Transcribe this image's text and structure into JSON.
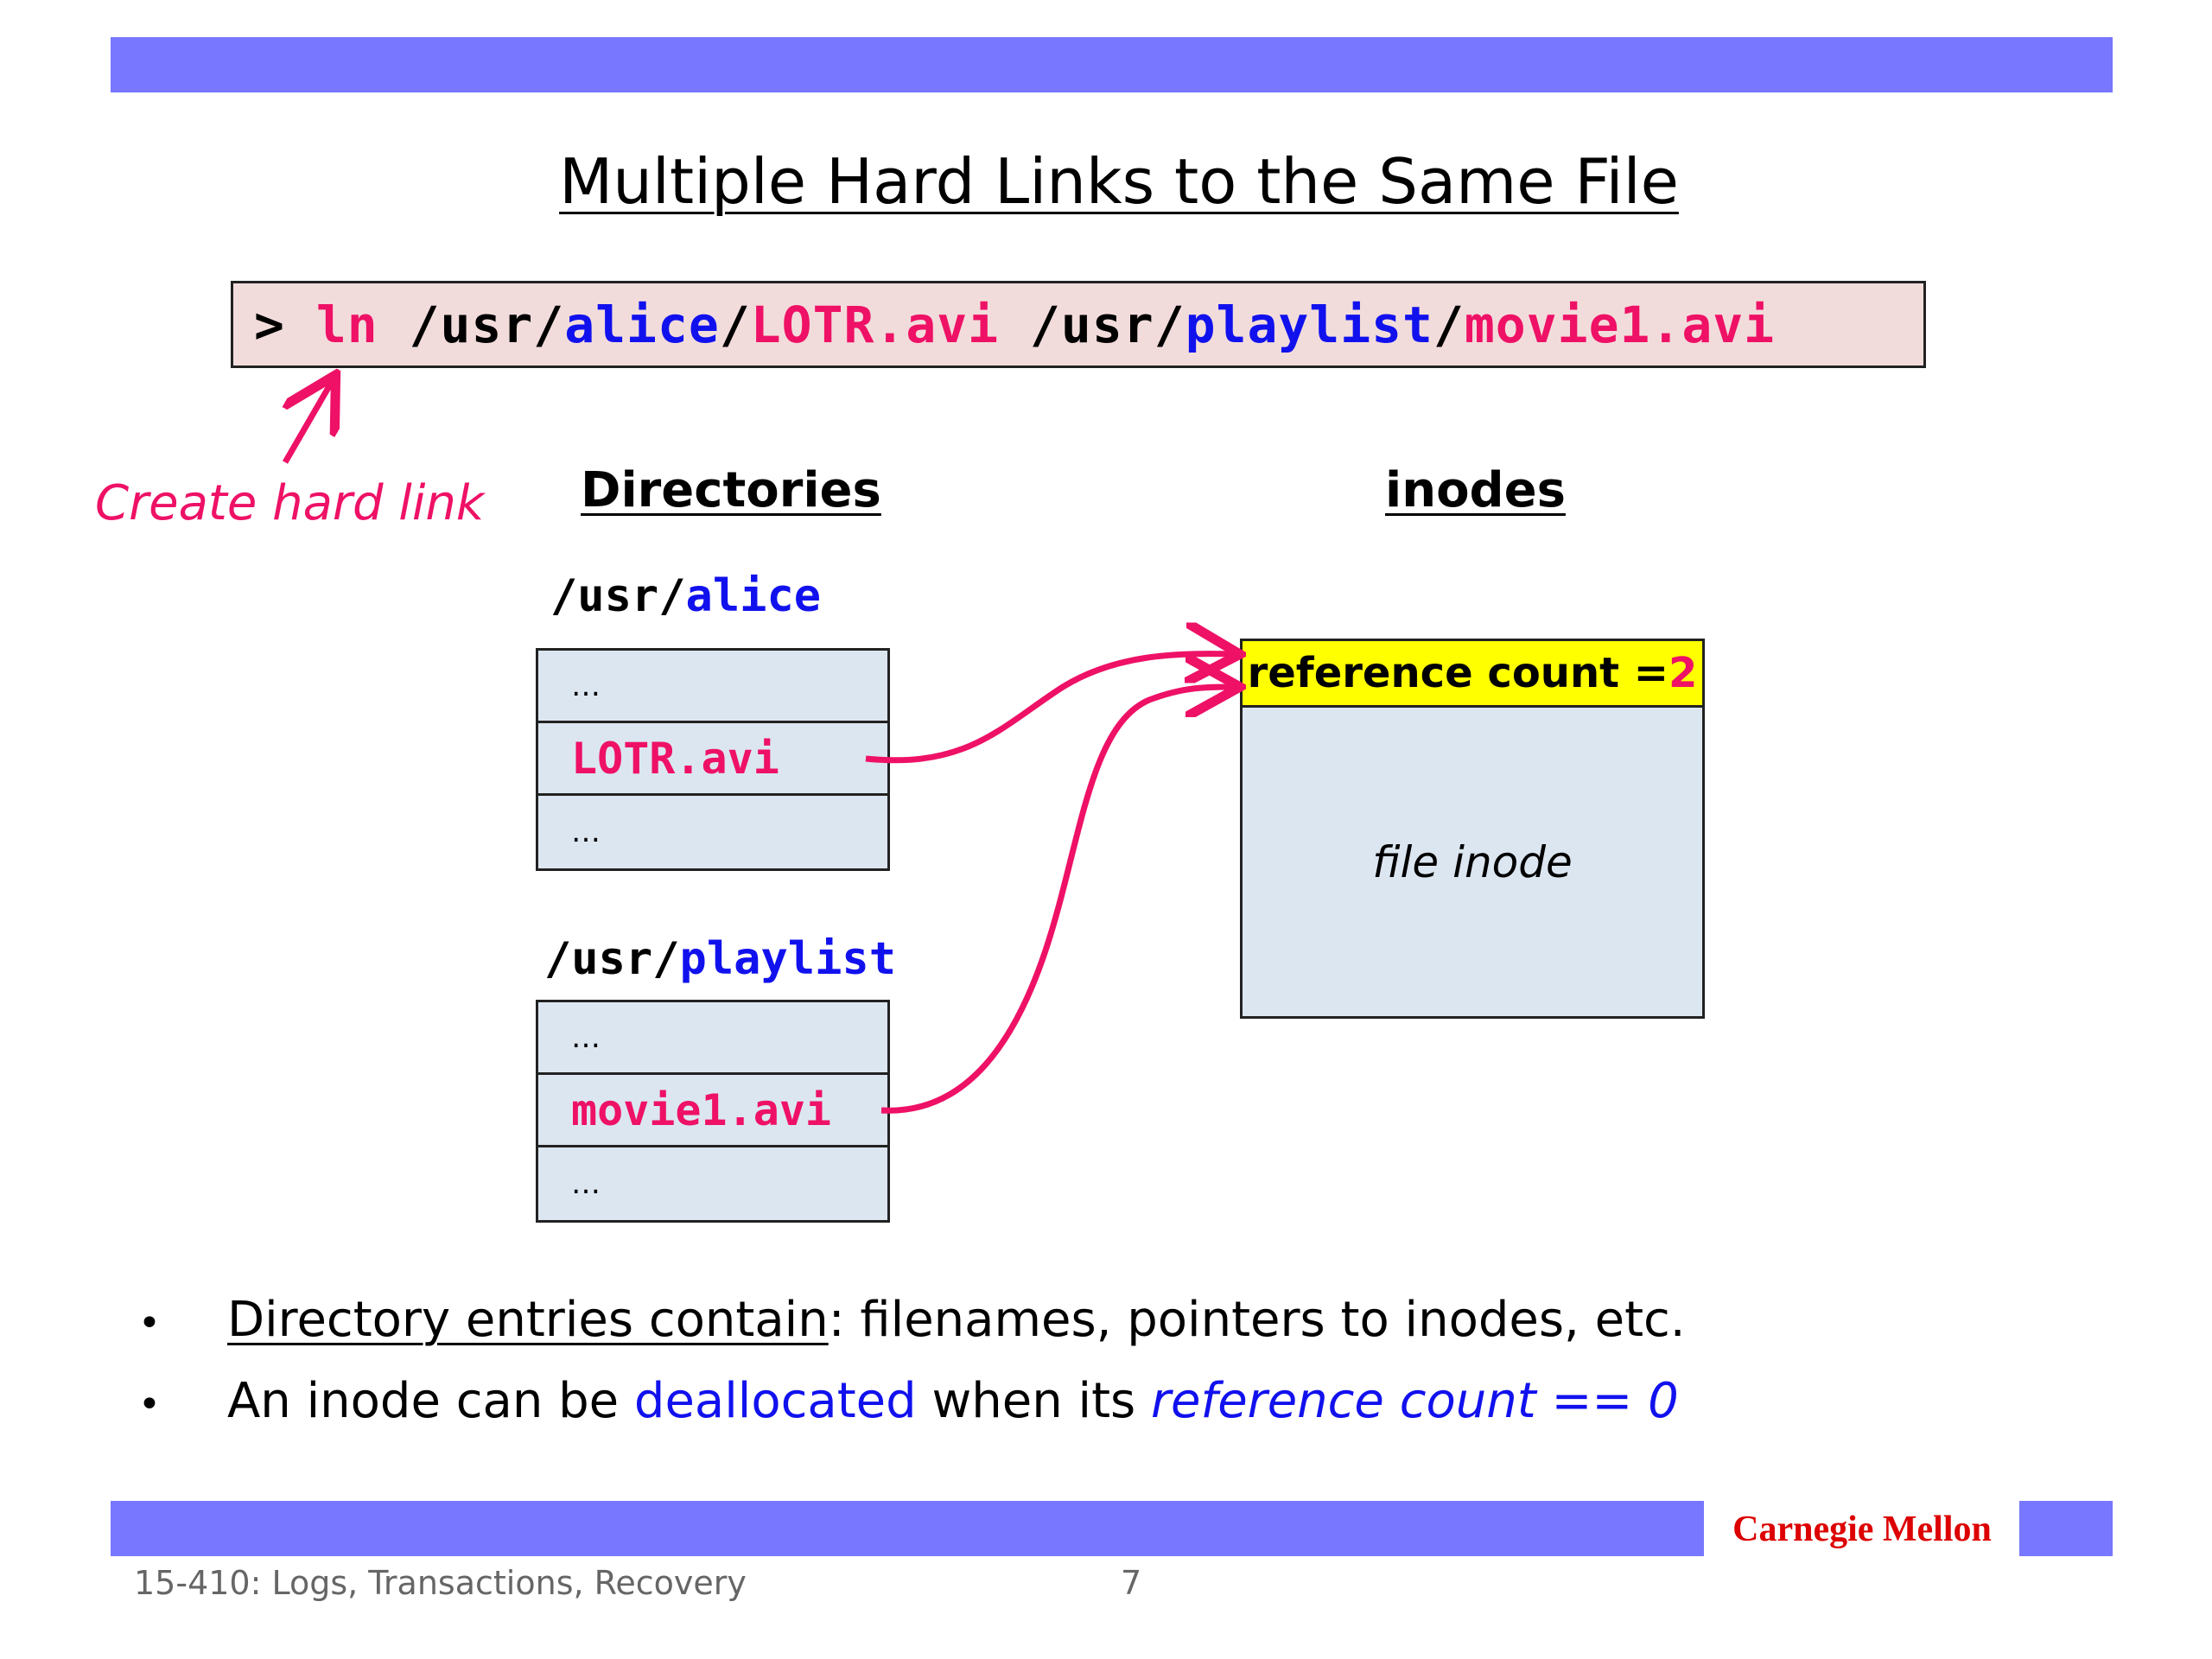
{
  "title": "Multiple Hard Links to the Same File",
  "command": {
    "parts": [
      {
        "text": "> ",
        "color": "black"
      },
      {
        "text": "ln",
        "color": "pink"
      },
      {
        "text": " /usr/",
        "color": "black"
      },
      {
        "text": "alice",
        "color": "blue"
      },
      {
        "text": "/",
        "color": "black"
      },
      {
        "text": "LOTR.avi",
        "color": "pink"
      },
      {
        "text": " /usr/",
        "color": "black"
      },
      {
        "text": "playlist",
        "color": "blue"
      },
      {
        "text": "/",
        "color": "black"
      },
      {
        "text": "movie1.avi",
        "color": "pink"
      }
    ]
  },
  "annotation": "Create hard link",
  "headings": {
    "directories": "Directories",
    "inodes": "inodes"
  },
  "dir_alice": {
    "prefix": "/usr/",
    "name": "alice",
    "rows": [
      "…",
      "LOTR.avi",
      "…"
    ]
  },
  "dir_playlist": {
    "prefix": "/usr/",
    "name": "playlist",
    "rows": [
      "…",
      "movie1.avi",
      "…"
    ]
  },
  "inode": {
    "header_label": "reference count = ",
    "header_value": "2",
    "body": "file inode"
  },
  "bullets": {
    "b1_underlined": "Directory entries contain",
    "b1_rest": ": filenames, pointers to inodes, etc.",
    "b2_start": "An inode can be ",
    "b2_blue": "deallocated",
    "b2_mid": " when its ",
    "b2_italic": "reference count == 0"
  },
  "footer": {
    "brand": "Carnegie Mellon",
    "course": "15-410: Logs, Transactions, Recovery",
    "page": "7"
  },
  "colors": {
    "bar": "#7777ff",
    "pink": "#ee1166",
    "blue": "#1111ee",
    "cmd_bg": "#f2dcdb",
    "box_bg": "#dce6f1",
    "inode_head": "#ffff00",
    "brand": "#dd0000"
  }
}
